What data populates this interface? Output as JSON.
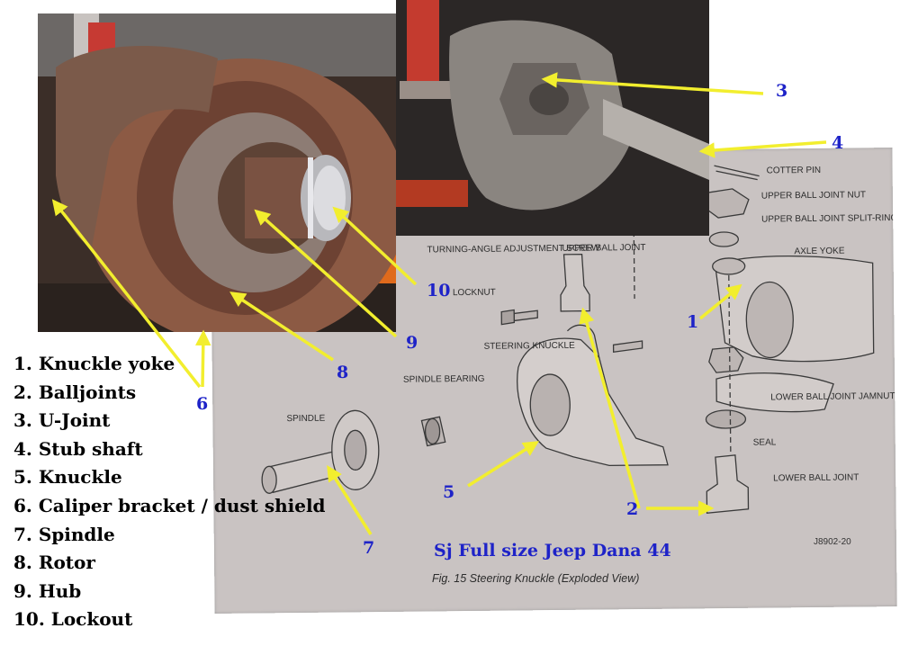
{
  "legend": {
    "items": [
      "1. Knuckle yoke",
      "2. Balljoints",
      "3. U-Joint",
      "4. Stub shaft",
      "5. Knuckle",
      "6. Caliper bracket / dust shield",
      "7. Spindle",
      "8. Rotor",
      "9. Hub",
      "10. Lockout"
    ]
  },
  "callouts": {
    "n1": "1",
    "n2": "2",
    "n3": "3",
    "n4": "4",
    "n5": "5",
    "n6": "6",
    "n7": "7",
    "n8": "8",
    "n9": "9",
    "n10": "10"
  },
  "diagram": {
    "title": "Sj Full size Jeep  Dana 44",
    "caption": "Fig. 15 Steering Knuckle (Exploded View)",
    "code": "J8902-20",
    "labels": {
      "cotter_pin": "COTTER PIN",
      "upper_ball_joint_nut": "UPPER BALL JOINT NUT",
      "upper_ball_joint_split_ring_seat": "UPPER BALL JOINT SPLIT-RING SEAT",
      "axle_yoke": "AXLE YOKE",
      "turning_angle_adjustment_screw": "TURNING-ANGLE ADJUSTMENT SCREW",
      "upper_ball_joint": "UPPER BALL JOINT",
      "lockout": "LOCKNUT",
      "steering_knuckle": "STEERING KNUCKLE",
      "spindle_bearing": "SPINDLE BEARING",
      "spindle": "SPINDLE",
      "lower_ball_joint_jamnut": "LOWER BALL JOINT JAMNUT",
      "seal": "SEAL",
      "lower_ball_joint": "LOWER BALL JOINT"
    }
  },
  "colors": {
    "callout_number": "#1e23c8",
    "arrow": "#f2ee2e",
    "diagram_paper": "#c9c3c2"
  }
}
